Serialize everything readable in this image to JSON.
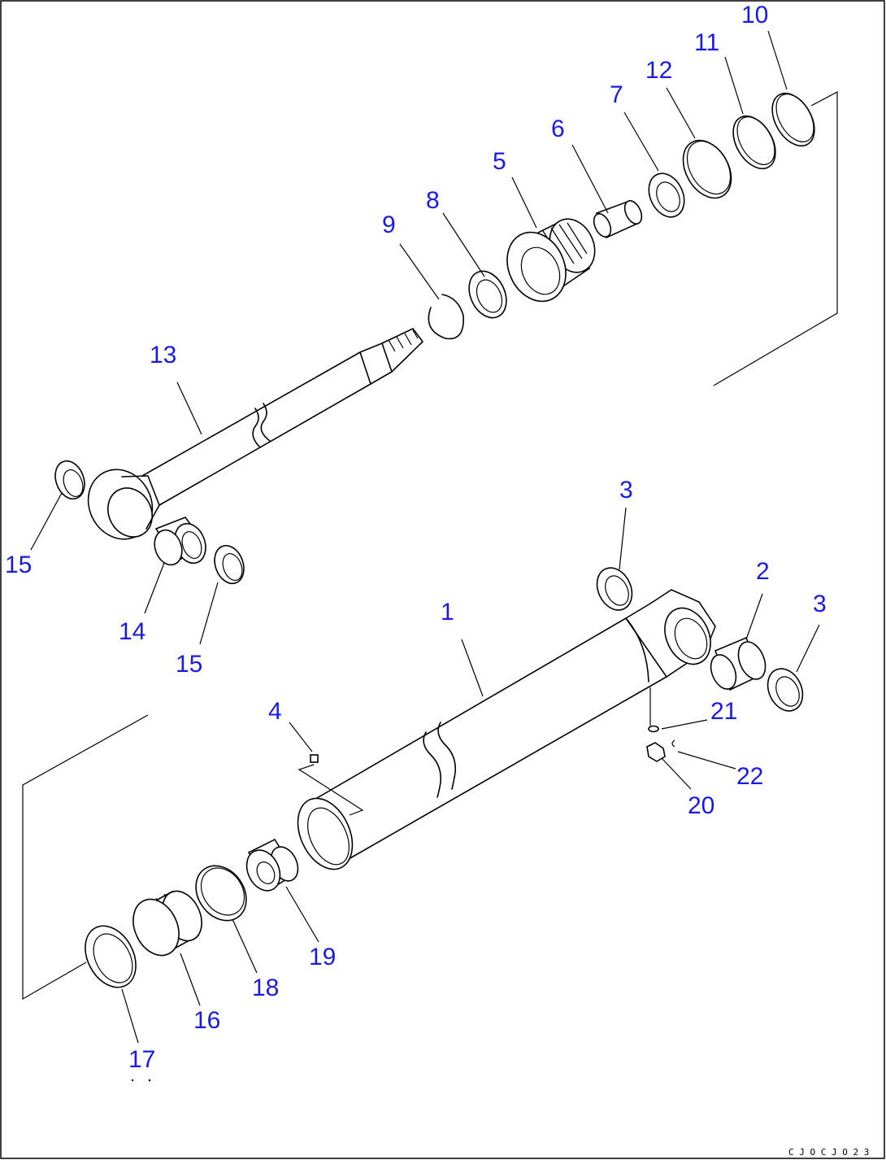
{
  "drawing_code": "C J O C J O 2 3",
  "callouts": [
    {
      "id": "c10",
      "text": "10"
    },
    {
      "id": "c11",
      "text": "11"
    },
    {
      "id": "c12",
      "text": "12"
    },
    {
      "id": "c7",
      "text": "7"
    },
    {
      "id": "c6",
      "text": "6"
    },
    {
      "id": "c5",
      "text": "5"
    },
    {
      "id": "c8",
      "text": "8"
    },
    {
      "id": "c9",
      "text": "9"
    },
    {
      "id": "c13",
      "text": "13"
    },
    {
      "id": "c15a",
      "text": "15"
    },
    {
      "id": "c14",
      "text": "14"
    },
    {
      "id": "c15b",
      "text": "15"
    },
    {
      "id": "c3a",
      "text": "3"
    },
    {
      "id": "c2",
      "text": "2"
    },
    {
      "id": "c3b",
      "text": "3"
    },
    {
      "id": "c1",
      "text": "1"
    },
    {
      "id": "c21",
      "text": "21"
    },
    {
      "id": "c22",
      "text": "22"
    },
    {
      "id": "c20",
      "text": "20"
    },
    {
      "id": "c4",
      "text": "4"
    },
    {
      "id": "c19",
      "text": "19"
    },
    {
      "id": "c18",
      "text": "18"
    },
    {
      "id": "c16",
      "text": "16"
    },
    {
      "id": "c17",
      "text": "17"
    }
  ]
}
